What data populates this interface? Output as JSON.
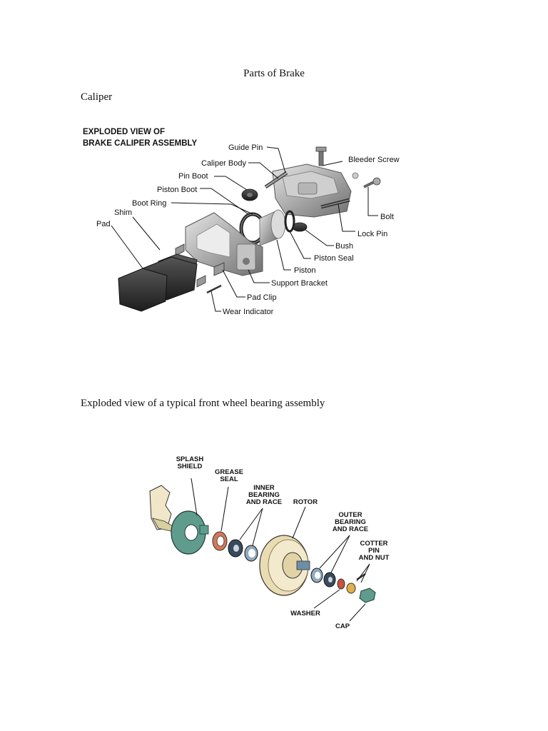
{
  "document": {
    "title": "Parts of Brake",
    "sections": [
      {
        "heading": "Caliper"
      },
      {
        "heading": "Exploded view of a typical front wheel bearing assembly"
      }
    ]
  },
  "caliper_figure": {
    "caption_line1": "EXPLODED VIEW OF",
    "caption_line2": "BRAKE CALIPER ASSEMBLY",
    "labels": {
      "guide_pin": "Guide Pin",
      "bleeder_screw": "Bleeder Screw",
      "caliper_body": "Caliper Body",
      "pin_boot": "Pin Boot",
      "piston_boot": "Piston Boot",
      "boot_ring": "Boot Ring",
      "shim": "Shim",
      "pad": "Pad",
      "bolt": "Bolt",
      "lock_pin": "Lock Pin",
      "bush": "Bush",
      "piston_seal": "Piston Seal",
      "piston": "Piston",
      "support_bracket": "Support Bracket",
      "pad_clip": "Pad Clip",
      "wear_indicator": "Wear Indicator"
    }
  },
  "bearing_figure": {
    "labels": {
      "splash_shield_1": "SPLASH",
      "splash_shield_2": "SHIELD",
      "grease_seal_1": "GREASE",
      "grease_seal_2": "SEAL",
      "inner_bearing_1": "INNER",
      "inner_bearing_2": "BEARING",
      "inner_bearing_3": "AND RACE",
      "rotor": "ROTOR",
      "outer_bearing_1": "OUTER",
      "outer_bearing_2": "BEARING",
      "outer_bearing_3": "AND RACE",
      "cotter_pin_1": "COTTER",
      "cotter_pin_2": "PIN",
      "cotter_pin_3": "AND NUT",
      "washer": "WASHER",
      "cap": "CAP"
    }
  }
}
